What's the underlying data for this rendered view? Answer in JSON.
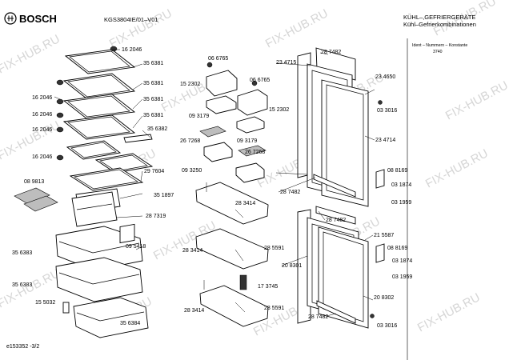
{
  "header": {
    "brand": "BOSCH",
    "model": "KGS3804IE/01–V01",
    "category": "KÜHL–,GEFRIERGERÄTE",
    "subcategory": "Kühl–Gefrierkombinationen",
    "ident_label": "Ident – Nummern – Konstante",
    "ident_value": "3740"
  },
  "footer": {
    "page_id": "e153352  -3/2"
  },
  "watermark": "FIX-HUB.RU",
  "part_labels": {
    "p162046_a": "16 2046",
    "p356381_a": "35 6381",
    "p356381_b": "35 6381",
    "p162046_b": "16 2046",
    "p356381_c": "35 6381",
    "p162046_c": "16 2046",
    "p356381_d": "35 6381",
    "p162046_d": "16 2046",
    "p356382": "35 6382",
    "p162046_e": "16 2046",
    "p297604": "29 7604",
    "p089813": "08 9813",
    "p351897": "35 1897",
    "p287319": "28 7319",
    "p095418": "09 5418",
    "p356383_a": "35 6383",
    "p356383_b": "35 6383",
    "p155032": "15 5032",
    "p356384": "35 6384",
    "p066765_a": "06 6765",
    "p152302_a": "15 2302",
    "p066765_b": "06 6765",
    "p152302_b": "15 2302",
    "p093179_a": "09 3179",
    "p093179_b": "09 3179",
    "p267268_a": "26 7268",
    "p267268_b": "26 7268",
    "p093250": "09 3250",
    "p283414_a": "28 3414",
    "p285591_a": "28 5591",
    "p283414_b": "28 3414",
    "p173745": "17 3745",
    "p285591_b": "28 5591",
    "p283414_c": "28 3414",
    "p234715": "23 4715",
    "p287482_a": "28 7482",
    "p234650": "23 4650",
    "p033016_a": "03 3016",
    "p234714": "23 4714",
    "p088169_a": "08 8169",
    "p031874_a": "03 1874",
    "p287482_b": "28 7482",
    "p031959_a": "03 1959",
    "p287482_c": "28 7482",
    "p215587": "21 5587",
    "p088169_b": "08 8169",
    "p031874_b": "03 1874",
    "p208301": "20 8301",
    "p031959_b": "03 1959",
    "p208302": "20 8302",
    "p287482_d": "28 7482",
    "p033016_b": "03 3016"
  }
}
